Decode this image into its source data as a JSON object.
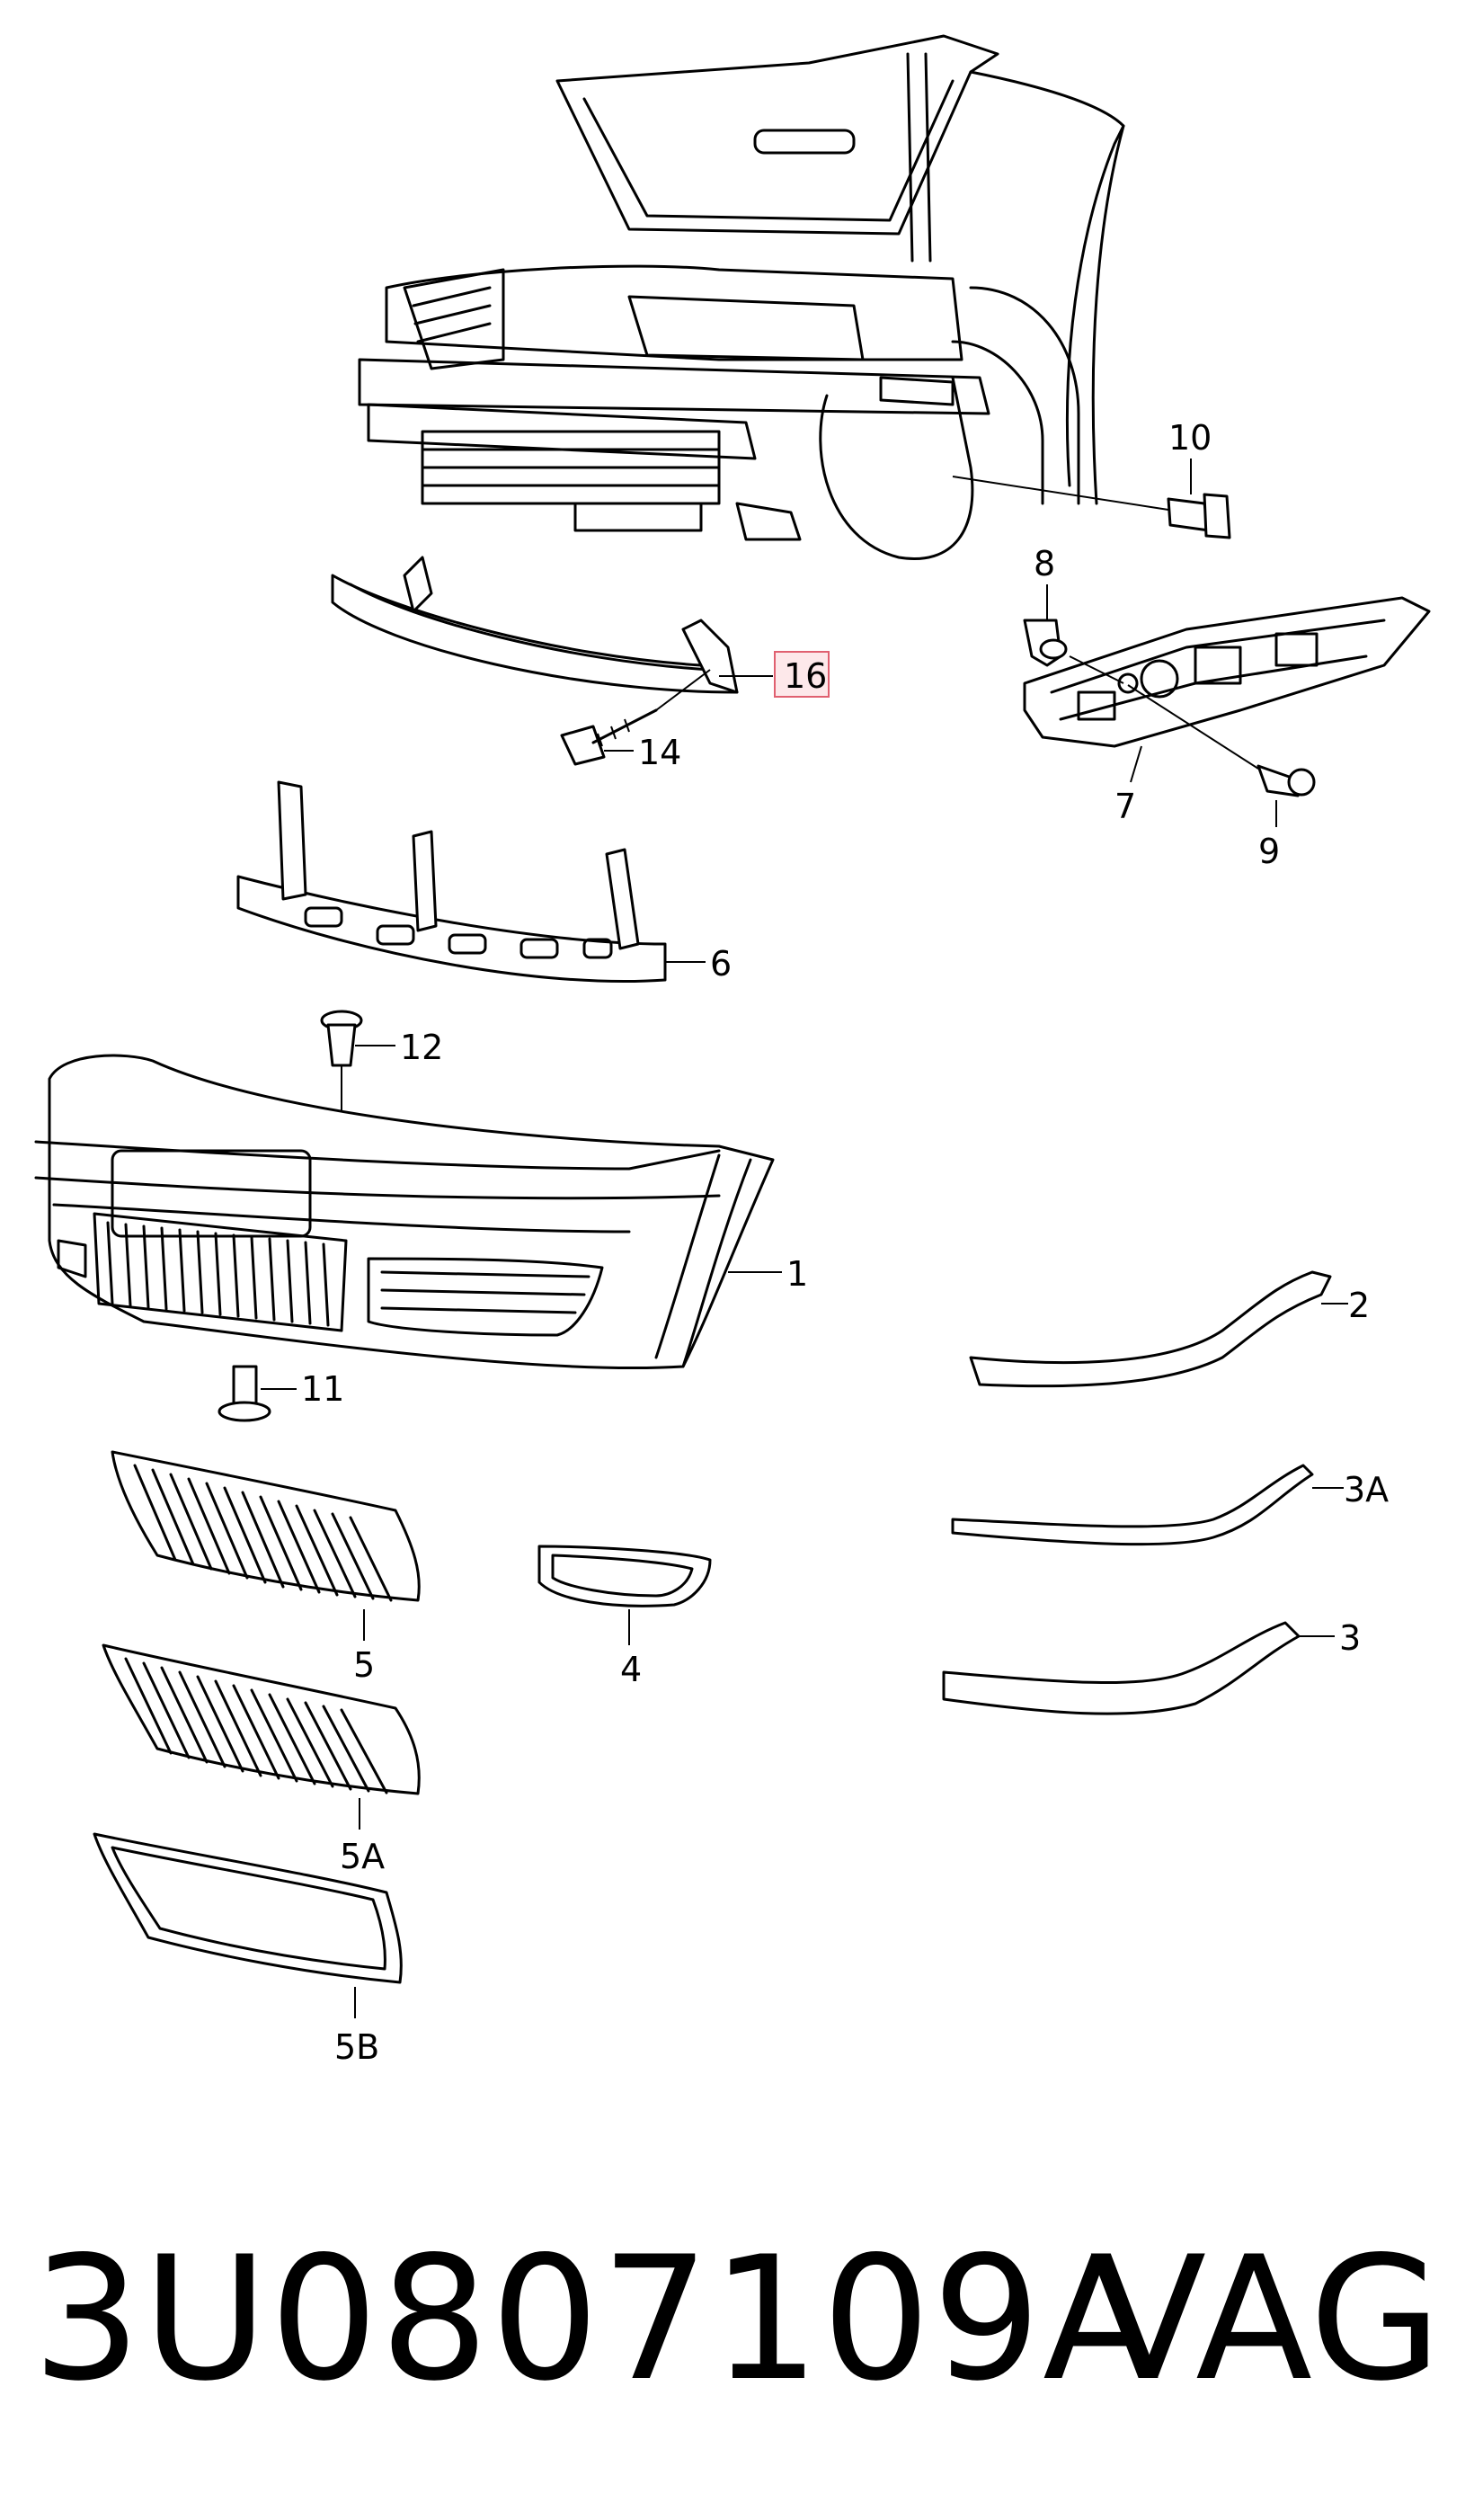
{
  "diagram": {
    "callouts": {
      "c1": "1",
      "c2": "2",
      "c3": "3",
      "c3a": "3A",
      "c4": "4",
      "c5": "5",
      "c5a": "5A",
      "c5b": "5B",
      "c6": "6",
      "c7": "7",
      "c8": "8",
      "c9": "9",
      "c10": "10",
      "c11": "11",
      "c12": "12",
      "c14": "14",
      "c16": "16"
    },
    "highlight_color": "#e06070"
  },
  "footer": {
    "part_number": "3U0807109A",
    "brand": "VAG"
  }
}
